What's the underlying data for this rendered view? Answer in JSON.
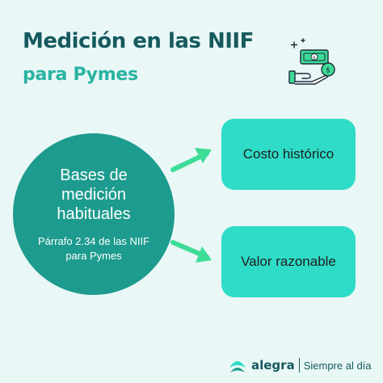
{
  "header": {
    "title": "Medición en las NIIF",
    "subtitle": "para Pymes"
  },
  "circle": {
    "title": "Bases de medición habituales",
    "subtitle": "Párrafo 2.34 de las NIIF para Pymes"
  },
  "boxes": [
    {
      "label": "Costo histórico"
    },
    {
      "label": "Valor razonable"
    }
  ],
  "footer": {
    "brand": "alegra",
    "slogan": "Siempre al día"
  },
  "icons": {
    "money": "money-in-hand-icon",
    "logo": "alegra-leaf-logo-icon",
    "arrow": "arrow-right-icon"
  },
  "colors": {
    "background": "#e9f7f6",
    "title": "#165a5f",
    "subtitle": "#2ab3a2",
    "circle": "#1d9b8e",
    "boxes": "#2fdcc8",
    "arrows": "#3ddc97"
  }
}
